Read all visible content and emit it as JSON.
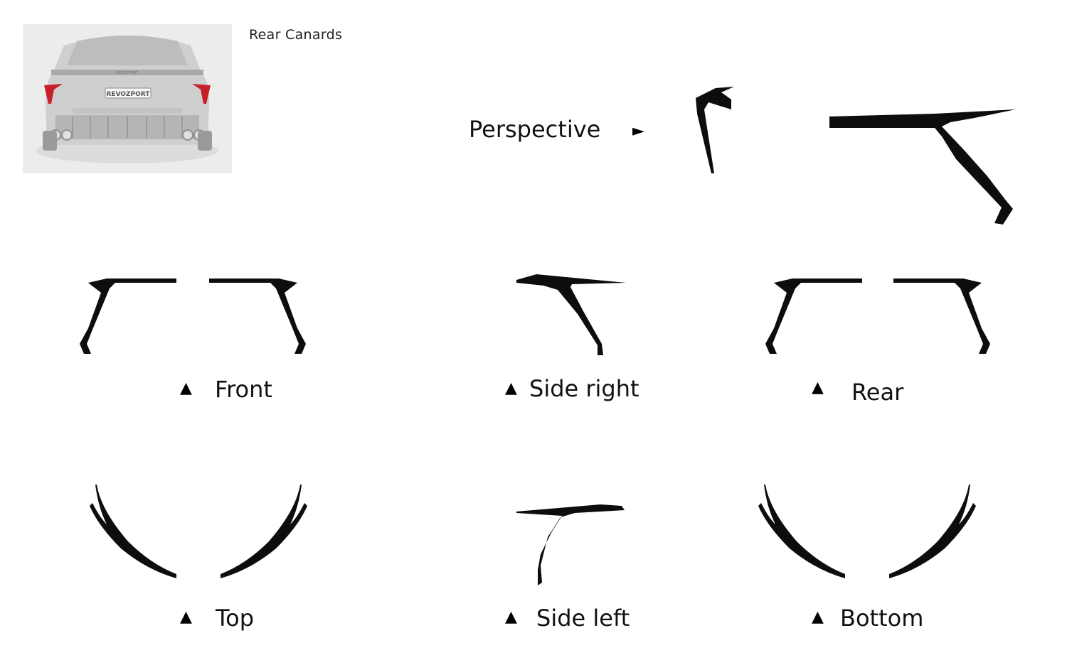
{
  "caption": "Rear Canards",
  "thumbnail": {
    "plate": "REVOZPORT",
    "badge": "REVOZPORT"
  },
  "views": {
    "perspective": {
      "label": "Perspective",
      "marker": "►"
    },
    "front": {
      "label": "Front",
      "marker": "▲"
    },
    "side_right": {
      "label": "Side right",
      "marker": "▲"
    },
    "rear": {
      "label": "Rear",
      "marker": "▲"
    },
    "top": {
      "label": "Top",
      "marker": "▲"
    },
    "side_left": {
      "label": "Side left",
      "marker": "▲"
    },
    "bottom": {
      "label": "Bottom",
      "marker": "▲"
    }
  },
  "colors": {
    "part": "#0d0d0d",
    "taillight": "#c8202a",
    "thumbnail_bg": "#ebebeb"
  }
}
